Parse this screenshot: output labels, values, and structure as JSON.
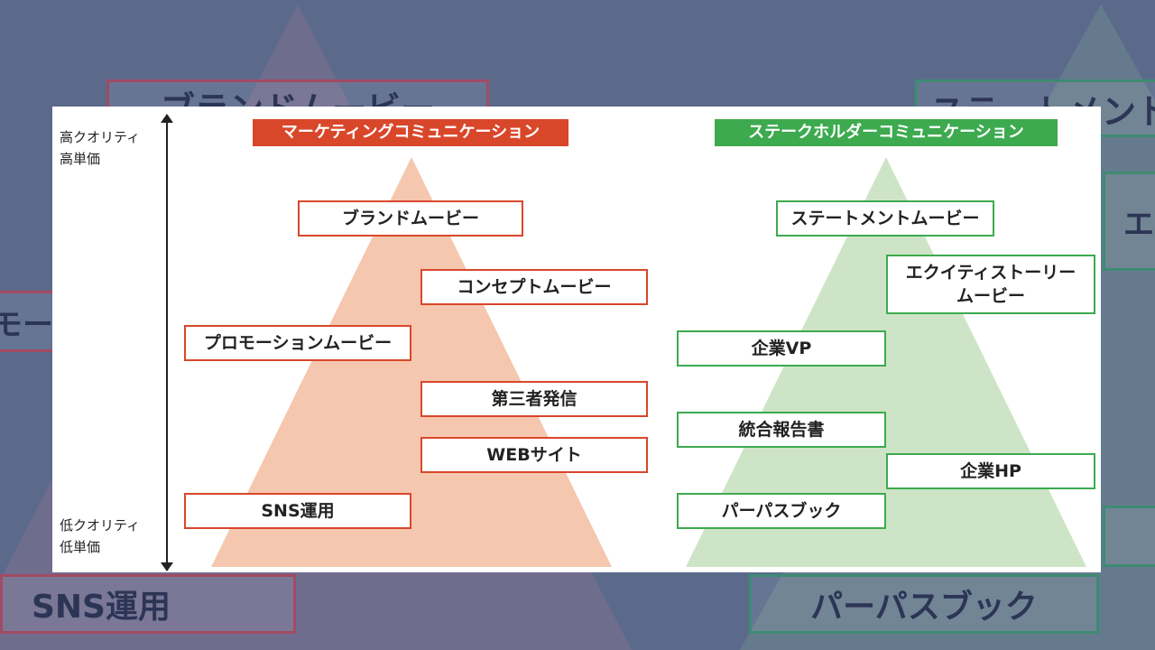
{
  "axis": {
    "high": [
      "高クオリティ",
      "高単価"
    ],
    "low": [
      "低クオリティ",
      "低単価"
    ]
  },
  "marketing": {
    "title": "マーケティングコミュニケーション",
    "header_color": "#d9472b",
    "pyramid_color": "#f5c7ae",
    "items": [
      "ブランドムービー",
      "コンセプトムービー",
      "プロモーションムービー",
      "第三者発信",
      "WEBサイト",
      "SNS運用"
    ]
  },
  "stakeholder": {
    "title": "ステークホルダーコミュニケーション",
    "header_color": "#3daa4f",
    "pyramid_color": "#cde5c6",
    "items": [
      "ステートメントムービー",
      [
        "エクイティストーリー",
        "ムービー"
      ],
      "企業VP",
      "統合報告書",
      "企業HP",
      "パーパスブック"
    ]
  },
  "background": {
    "color": "#5b6a8b",
    "fragments": [
      "ブランドムービー",
      "ステートメントム",
      "エ",
      "モー",
      "SNS運用",
      "パーパスブック"
    ]
  }
}
